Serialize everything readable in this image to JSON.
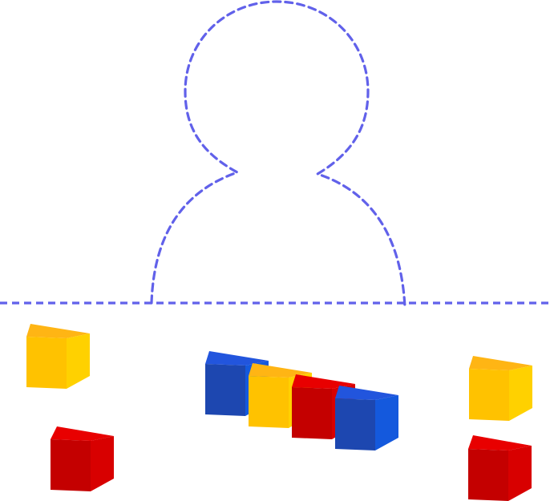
{
  "colors": {
    "outline": "#6161ea",
    "background": "#ffffff",
    "yellow": {
      "top": "#ffb514",
      "left": "#ffc200",
      "right": "#ffd100"
    },
    "red": {
      "top": "#e80000",
      "left": "#c40000",
      "right": "#d80000"
    },
    "blue": {
      "top": "#2255dd",
      "left": "#1d47b0",
      "right": "#1459dd"
    }
  },
  "person_outline": {
    "icon": "person-silhouette-outline-icon",
    "style": "dashed"
  },
  "table_edge": {
    "style": "dashed"
  },
  "blocks": [
    {
      "name": "cube-yellow-left",
      "color": "yellow",
      "group": "loose"
    },
    {
      "name": "cube-red-left",
      "color": "red",
      "group": "loose"
    },
    {
      "name": "cube-blue-row",
      "color": "blue",
      "group": "row"
    },
    {
      "name": "cube-yellow-row",
      "color": "yellow",
      "group": "row"
    },
    {
      "name": "cube-red-row",
      "color": "red",
      "group": "row"
    },
    {
      "name": "cube-blue-row-end",
      "color": "blue",
      "group": "row"
    },
    {
      "name": "cube-yellow-right",
      "color": "yellow",
      "group": "loose"
    },
    {
      "name": "cube-red-right",
      "color": "red",
      "group": "loose"
    }
  ]
}
